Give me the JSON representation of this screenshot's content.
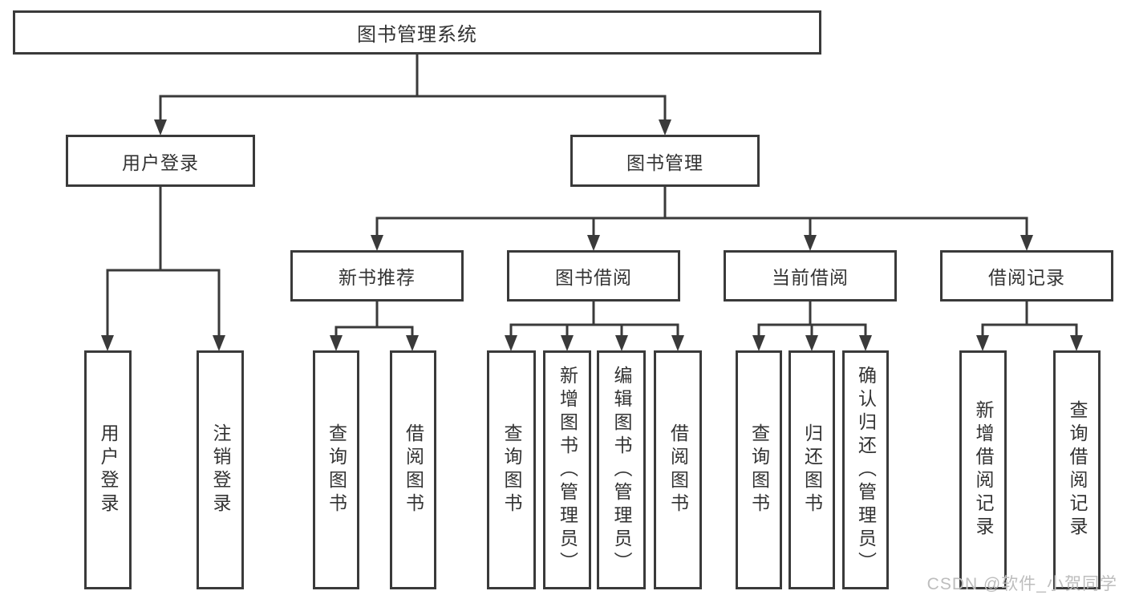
{
  "diagram": {
    "root": {
      "label": "图书管理系统"
    },
    "level2": [
      {
        "label": "用户登录"
      },
      {
        "label": "图书管理"
      }
    ],
    "level3": [
      {
        "label": "新书推荐",
        "parent": "图书管理"
      },
      {
        "label": "图书借阅",
        "parent": "图书管理"
      },
      {
        "label": "当前借阅",
        "parent": "图书管理"
      },
      {
        "label": "借阅记录",
        "parent": "图书管理"
      }
    ],
    "leaves": [
      {
        "label": "用户登录",
        "parent": "用户登录"
      },
      {
        "label": "注销登录",
        "parent": "用户登录"
      },
      {
        "label": "查询图书",
        "parent": "新书推荐"
      },
      {
        "label": "借阅图书",
        "parent": "新书推荐"
      },
      {
        "label": "查询图书",
        "parent": "图书借阅"
      },
      {
        "label": "新增图书（管理员）",
        "parent": "图书借阅"
      },
      {
        "label": "编辑图书（管理员）",
        "parent": "图书借阅"
      },
      {
        "label": "借阅图书",
        "parent": "图书借阅"
      },
      {
        "label": "查询图书",
        "parent": "当前借阅"
      },
      {
        "label": "归还图书",
        "parent": "当前借阅"
      },
      {
        "label": "确认归还（管理员）",
        "parent": "当前借阅"
      },
      {
        "label": "新增借阅记录",
        "parent": "借阅记录"
      },
      {
        "label": "查询借阅记录",
        "parent": "借阅记录"
      }
    ]
  },
  "watermark": "CSDN @软件_小贺同学",
  "colors": {
    "line": "#3a3a3a",
    "text": "#333333",
    "box_background": "#ffffff",
    "watermark": "#bdbdbd"
  }
}
